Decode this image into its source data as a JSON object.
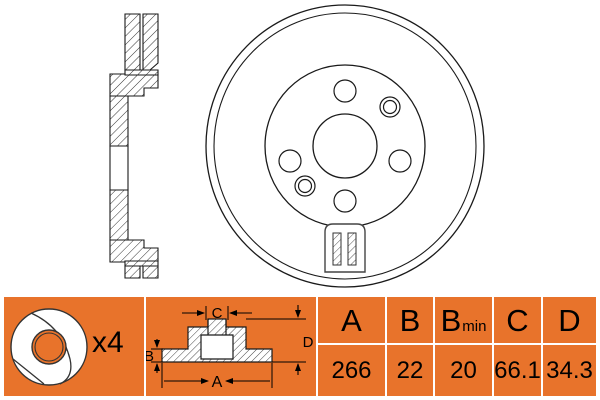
{
  "product": {
    "type": "brake-disc-technical-drawing",
    "colors": {
      "brand_orange": "#E8732B",
      "line": "#1a1a1a",
      "fill": "#ffffff"
    }
  },
  "drawing": {
    "views": [
      {
        "name": "side-section-view",
        "label": ""
      },
      {
        "name": "front-face-view",
        "label": ""
      }
    ],
    "features": {
      "bolt_holes": 4,
      "threaded_holes": 2,
      "center_bore": 1,
      "vane_cutaway": 1
    }
  },
  "legend": {
    "hub_icon": "wheel-hub-icon",
    "multiplier": "x4"
  },
  "cross_section": {
    "dimension_labels": {
      "a": "A",
      "b": "B",
      "c": "C",
      "d": "D"
    }
  },
  "spec_table": {
    "headers": [
      {
        "key": "a",
        "label": "A",
        "sub": ""
      },
      {
        "key": "b",
        "label": "B",
        "sub": ""
      },
      {
        "key": "bmin",
        "label": "B",
        "sub": "min"
      },
      {
        "key": "c",
        "label": "C",
        "sub": ""
      },
      {
        "key": "d",
        "label": "D",
        "sub": ""
      }
    ],
    "values": {
      "a": "266",
      "b": "22",
      "bmin": "20",
      "c": "66.1",
      "d": "34.3"
    }
  }
}
